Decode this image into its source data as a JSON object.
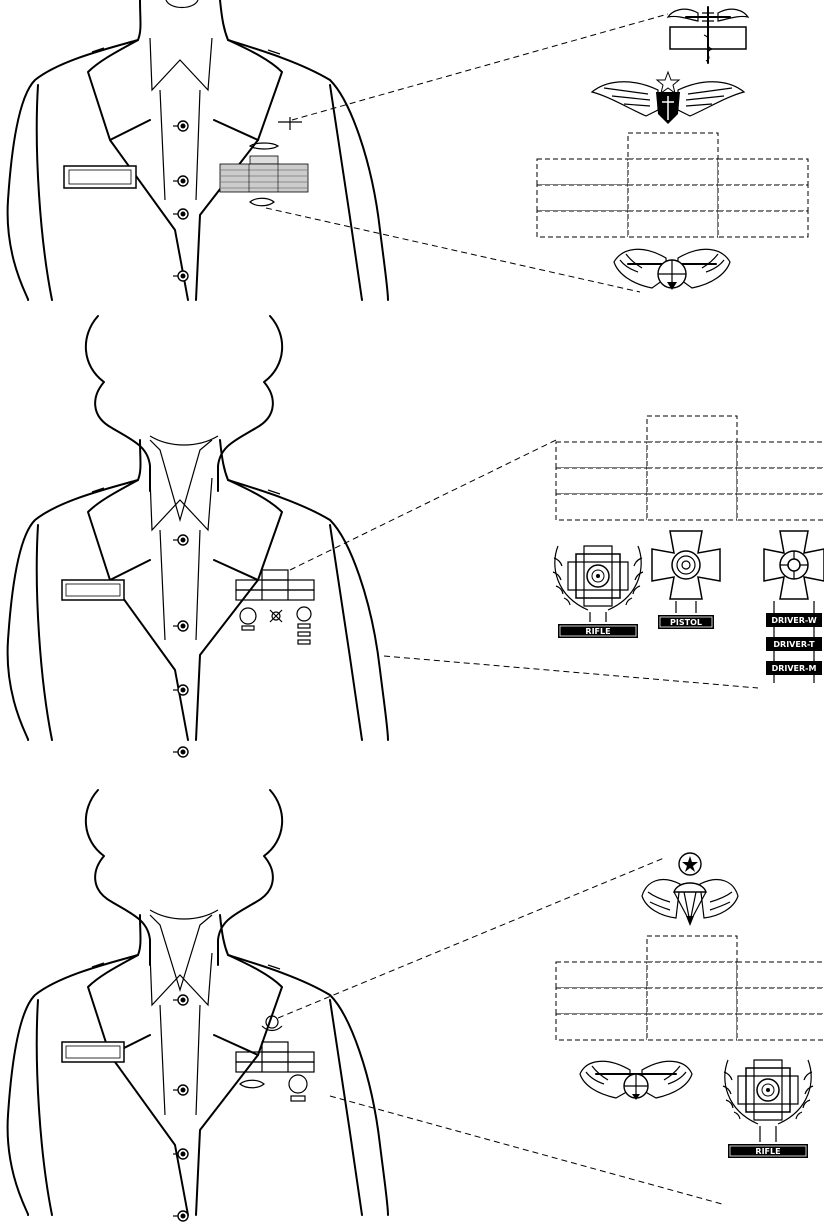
{
  "badge_tabs": {
    "rifle": "RIFLE",
    "pistol": "PISTOL",
    "driver_w": "DRIVER-W",
    "driver_t": "DRIVER-T",
    "driver_m": "DRIVER-M"
  },
  "icons": {
    "panel_1": [
      "expert-field-medical-badge-icon",
      "flight-surgeon-badge-icon",
      "ribbon-rack-icon",
      "air-assault-badge-icon"
    ],
    "panel_2": [
      "ribbon-rack-icon",
      "rifle-expert-badge-icon",
      "pistol-sharpshooter-badge-icon",
      "driver-mechanic-badge-icon"
    ],
    "panel_3": [
      "master-parachutist-badge-icon",
      "ribbon-rack-icon",
      "air-assault-badge-icon",
      "rifle-expert-badge-icon"
    ]
  }
}
